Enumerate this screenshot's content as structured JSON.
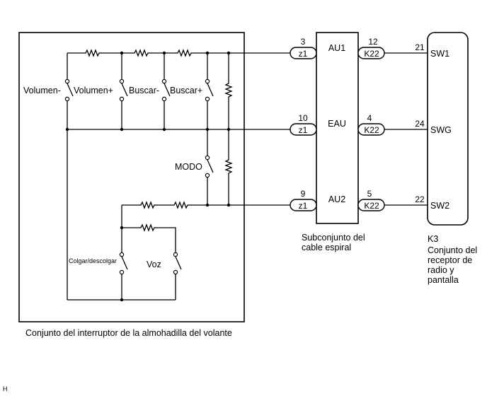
{
  "switch_assembly": {
    "title": "Conjunto del interruptor de la almohadilla del volante",
    "switches": {
      "volumen_minus": "Volumen-",
      "volumen_plus": "Volumen+",
      "buscar_minus": "Buscar-",
      "buscar_plus": "Buscar+",
      "modo": "MODO",
      "colgar": "Colgar/descolgar",
      "voz": "Voz"
    }
  },
  "spiral_cable": {
    "title_line1": "Subconjunto del",
    "title_line2": "cable espiral",
    "rows": [
      {
        "left_pin": "3",
        "left_conn": "z1",
        "signal": "AU1",
        "right_pin": "12",
        "right_conn": "K22"
      },
      {
        "left_pin": "10",
        "left_conn": "z1",
        "signal": "EAU",
        "right_pin": "4",
        "right_conn": "K22"
      },
      {
        "left_pin": "9",
        "left_conn": "z1",
        "signal": "AU2",
        "right_pin": "5",
        "right_conn": "K22"
      }
    ]
  },
  "receiver": {
    "ref": "K3",
    "title_line1": "Conjunto del",
    "title_line2": "receptor de",
    "title_line3": "radio y",
    "title_line4": "pantalla",
    "pins": [
      {
        "pin": "21",
        "signal": "SW1"
      },
      {
        "pin": "24",
        "signal": "SWG"
      },
      {
        "pin": "22",
        "signal": "SW2"
      }
    ]
  },
  "footer_code": "H"
}
